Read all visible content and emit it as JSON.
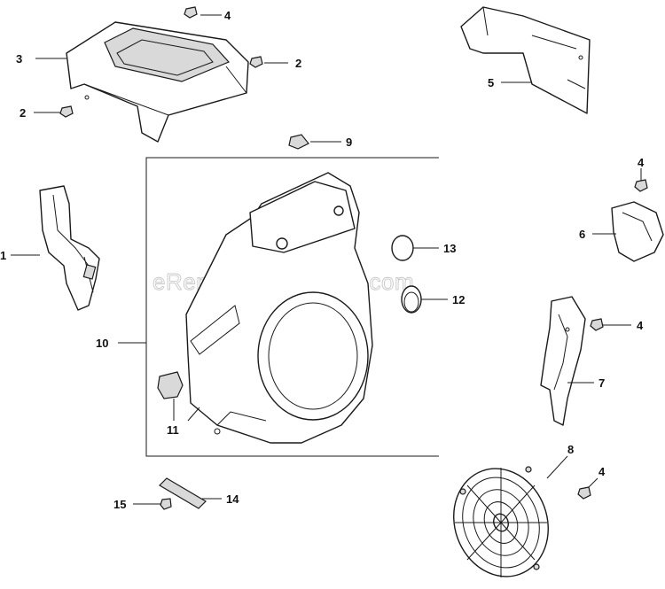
{
  "watermark": "eReplacementParts.com",
  "callouts": {
    "c1": "1",
    "c2a": "2",
    "c2b": "2",
    "c3": "3",
    "c4a": "4",
    "c4b": "4",
    "c4c": "4",
    "c4d": "4",
    "c5": "5",
    "c6": "6",
    "c7": "7",
    "c8": "8",
    "c9": "9",
    "c10": "10",
    "c11": "11",
    "c12": "12",
    "c13": "13",
    "c14": "14",
    "c15": "15"
  }
}
